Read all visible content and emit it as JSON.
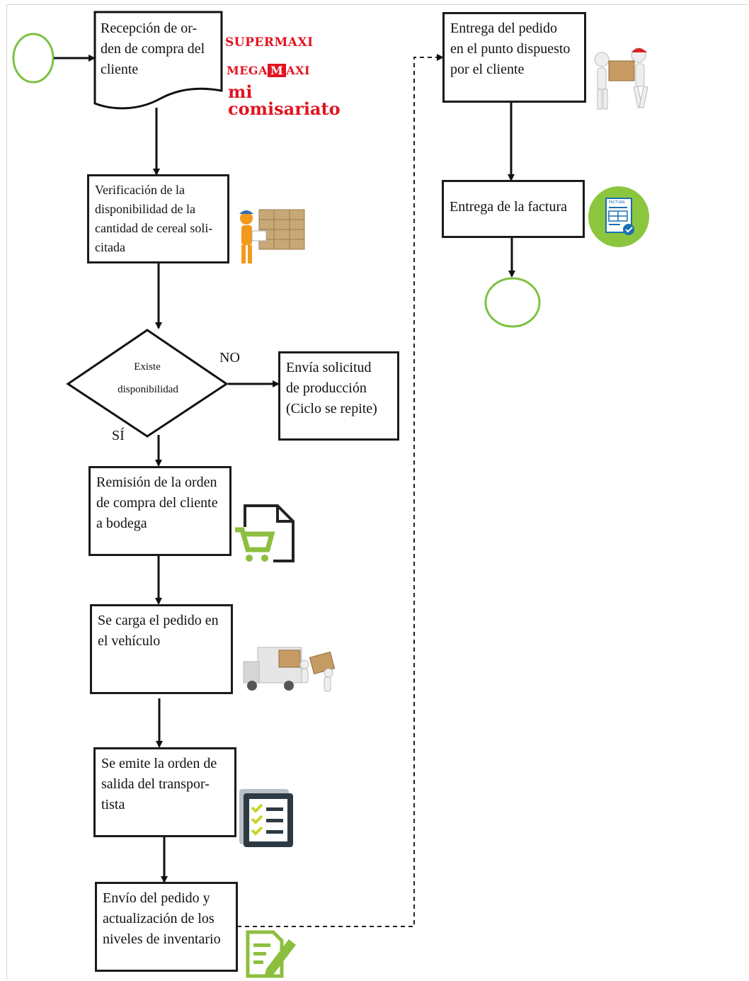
{
  "steps": {
    "reception": "Recepción de or-\nden de compra del\ncliente",
    "verification": "Verificación de la\ndisponibilidad de la\ncantidad de cereal soli-\ncitada",
    "decision_line1": "Existe",
    "decision_line2": "disponibilidad",
    "no_label": "NO",
    "yes_label": "SÍ",
    "production": "Envía solicitud\nde producción\n(Ciclo se repite)",
    "remission": "Remisión de la orden\nde compra del cliente\na bodega",
    "loading": "Se carga el pedido en\nel vehículo",
    "exit_order": "Se emite la orden de\nsalida del transpor-\ntista",
    "shipping": "Envío del pedido y\nactualización de los\nniveles de inventario",
    "delivery": "Entrega del pedido\nen el punto dispuesto\npor el cliente",
    "invoice": "Entrega de la factura"
  },
  "logos": {
    "supermaxi": "SUPERMAXI",
    "megamaxi_left": "MEGA",
    "megamaxi_mid": "M",
    "megamaxi_right": "AXI",
    "mi": "mi",
    "comisariato": "comisariato",
    "factura": "FACTURA"
  },
  "icons": [
    "start-circle",
    "end-circle",
    "worker-boxes-icon",
    "cart-document-icon",
    "truck-movers-icon",
    "checklist-icon",
    "edit-document-icon",
    "delivery-handover-icon",
    "invoice-icon"
  ],
  "colors": {
    "terminal": "#7cc142",
    "logo_red": "#e11420",
    "icon_green": "#8cbf3f",
    "icon_dark": "#2d3a44"
  }
}
